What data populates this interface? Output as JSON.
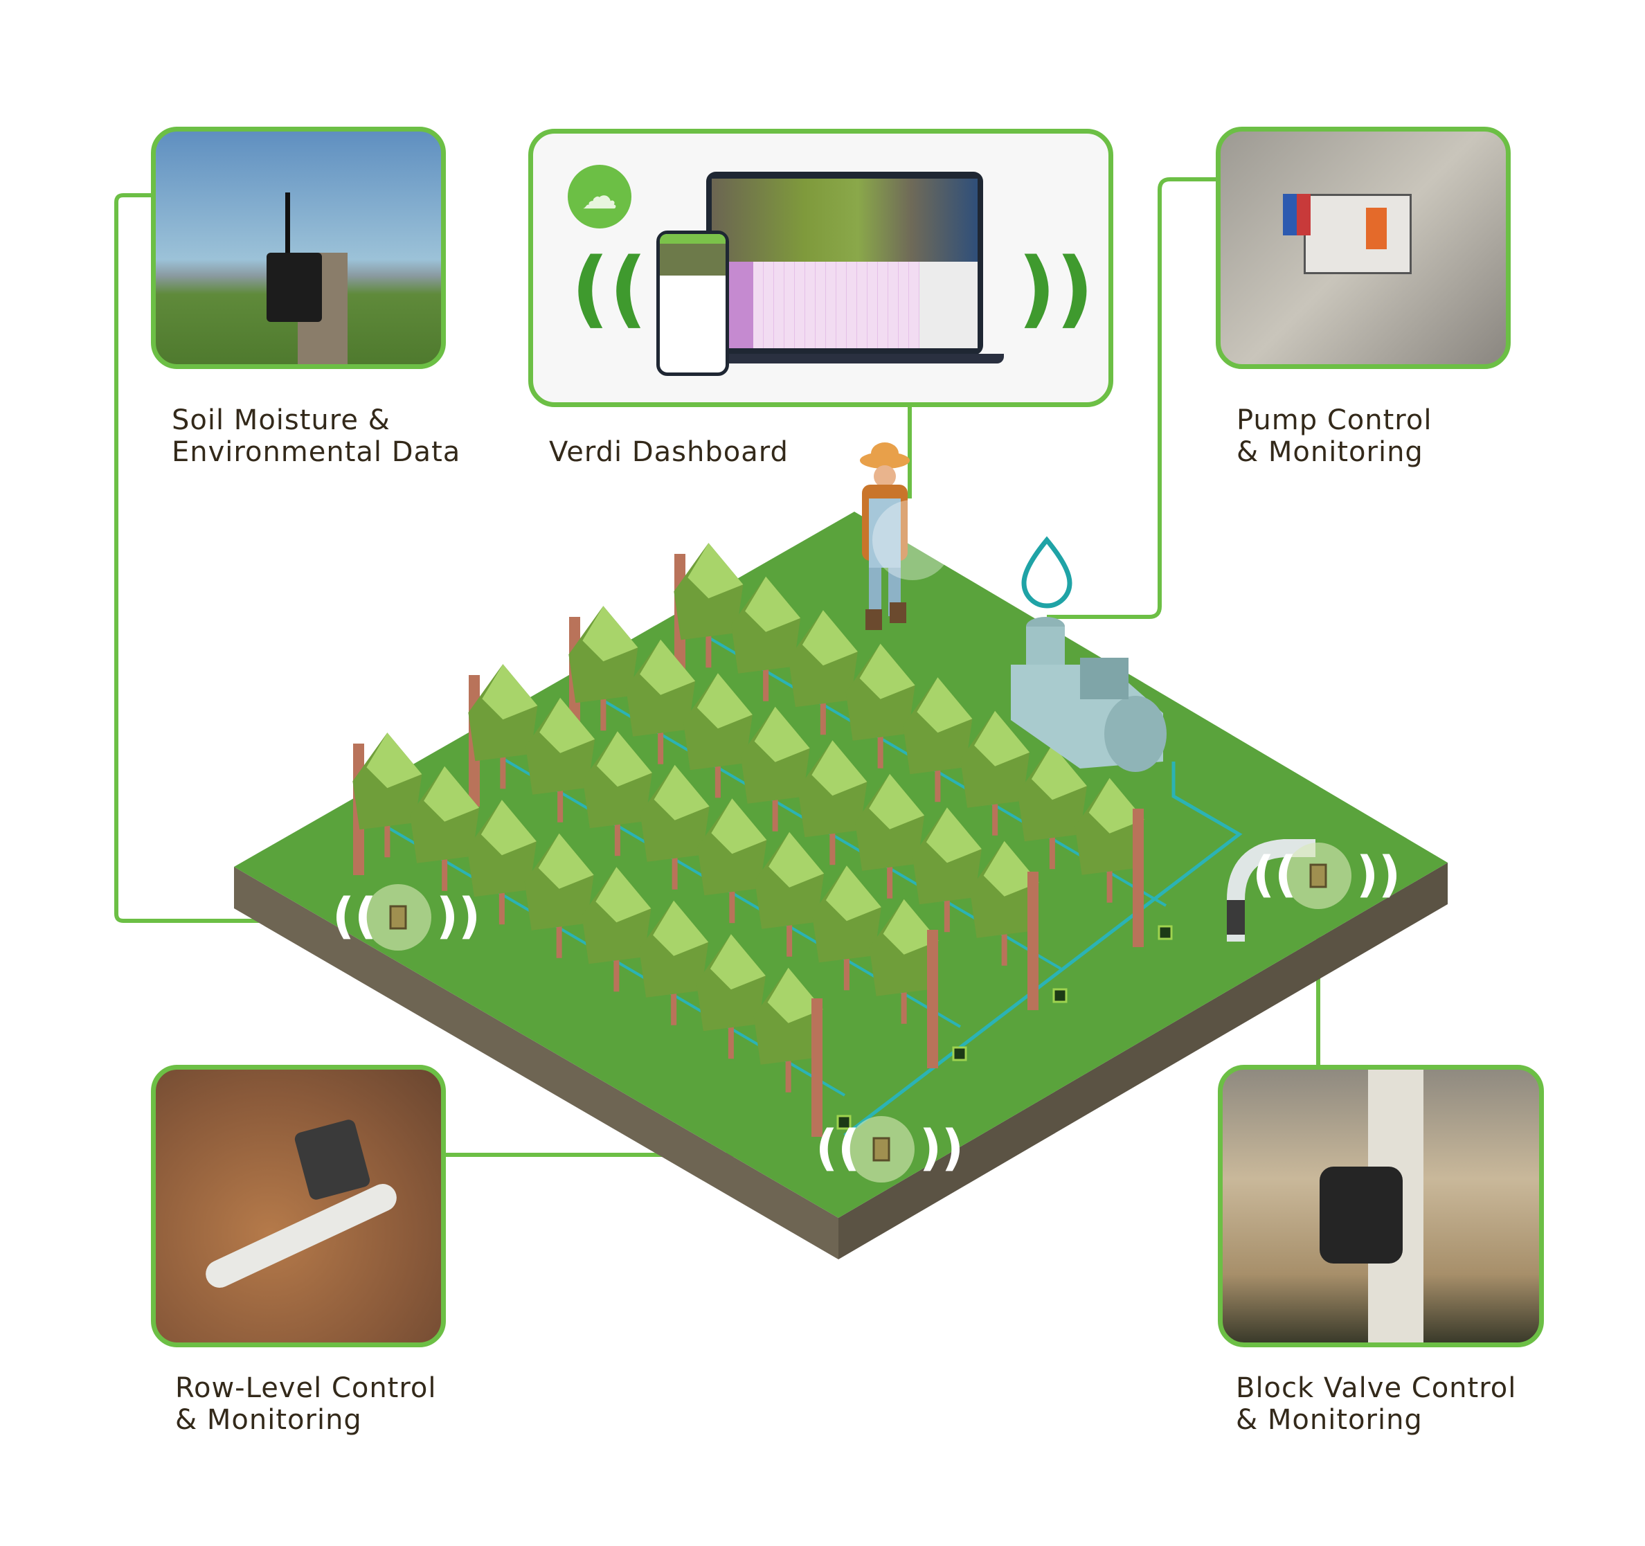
{
  "panels": {
    "soil": {
      "label_line1": "Soil Moisture &",
      "label_line2": "Environmental Data"
    },
    "dashboard": {
      "label": "Verdi Dashboard",
      "icon": "cloud-upload-icon"
    },
    "pump": {
      "label_line1": "Pump Control",
      "label_line2": "& Monitoring"
    },
    "row": {
      "label_line1": "Row-Level Control",
      "label_line2": "& Monitoring"
    },
    "block_valve": {
      "label_line1": "Block Valve Control",
      "label_line2": "& Monitoring"
    }
  },
  "colors": {
    "accent_green": "#6cbf45",
    "field_green": "#5aa33c",
    "soil_side": "#6e6553",
    "pipe_teal": "#2bb3b5",
    "text": "#33291a",
    "schedule_purple": "#a04fb5"
  }
}
